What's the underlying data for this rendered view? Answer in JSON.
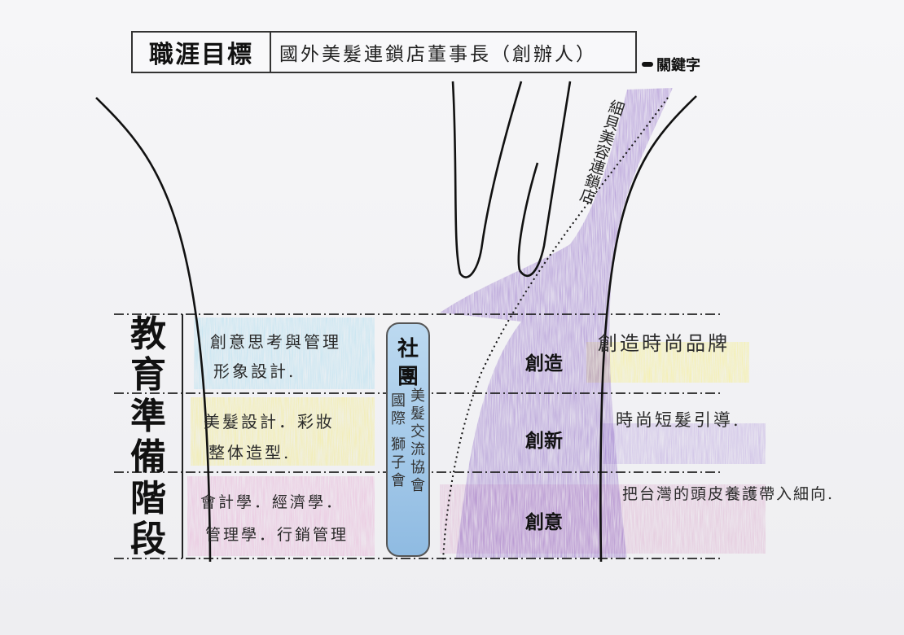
{
  "career_goal": {
    "label": "職涯目標",
    "value": "國外美髮連鎖店董事長（創辦人）"
  },
  "keyword_label": "關鍵字",
  "branch_text": "細貝美容連鎖店",
  "stage": {
    "title_chars": [
      "教",
      "育",
      "準",
      "備",
      "階",
      "段"
    ]
  },
  "rows": [
    {
      "left_lines": [
        "創意思考與管理",
        "形象設計."
      ],
      "category": "創造",
      "right_text": "創造時尚品牌"
    },
    {
      "left_lines": [
        "美髮設計．彩妝",
        "整体造型."
      ],
      "category": "創新",
      "right_text": "時尚短髮引導."
    },
    {
      "left_lines": [
        "會計學．經濟學．",
        "管理學．行銷管理"
      ],
      "category": "創意",
      "right_text": "把台灣的頭皮養護帶入細向."
    }
  ],
  "club": {
    "title_chars": [
      "社",
      "團"
    ],
    "col1": [
      "國",
      "際",
      "獅",
      "子",
      "會"
    ],
    "col2": [
      "美",
      "髮",
      "交",
      "流",
      "協",
      "會"
    ]
  },
  "colors": {
    "row1_left": "#a9dcef",
    "row2_left": "#f3ec8a",
    "row3_left": "#e6a9d2",
    "purple": "#8a63c4",
    "row1_right": "#f6ef7f",
    "row2_right": "#b59ddd",
    "row3_right": "#d9a1c8"
  }
}
